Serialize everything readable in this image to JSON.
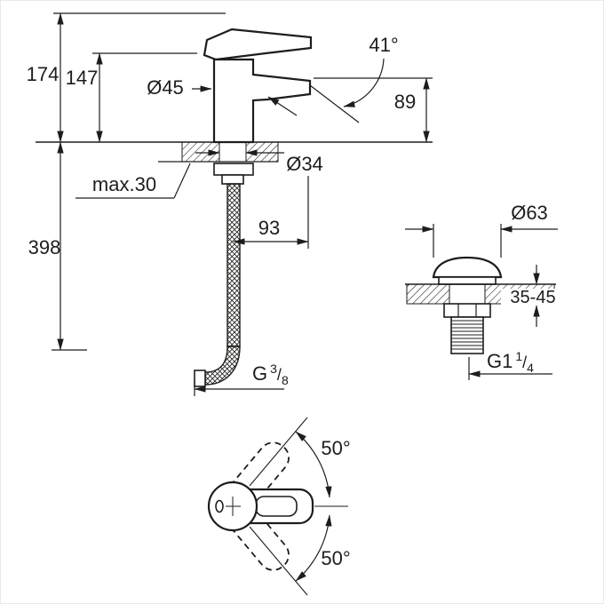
{
  "colors": {
    "line": "#1d1d1b",
    "background": "#ffffff",
    "frame": "#e9e9e9"
  },
  "front_view": {
    "total_height": "174",
    "spout_height": "147",
    "body_diameter": "Ø45",
    "spout_angle": "41°",
    "outlet_height": "89",
    "max_mounting_thickness": "max.30",
    "hole_diameter": "Ø34",
    "hose_length": "398",
    "projection": "93",
    "supply_thread": {
      "prefix": "G",
      "numerator": "3",
      "slash": "/",
      "denominator": "8"
    }
  },
  "waste_view": {
    "cap_diameter": "Ø63",
    "clamping_range": "35-45",
    "thread": {
      "prefix": "G1",
      "numerator": "1",
      "slash": "/",
      "denominator": "4"
    }
  },
  "top_view": {
    "swivel_up": "50°",
    "swivel_down": "50°"
  }
}
